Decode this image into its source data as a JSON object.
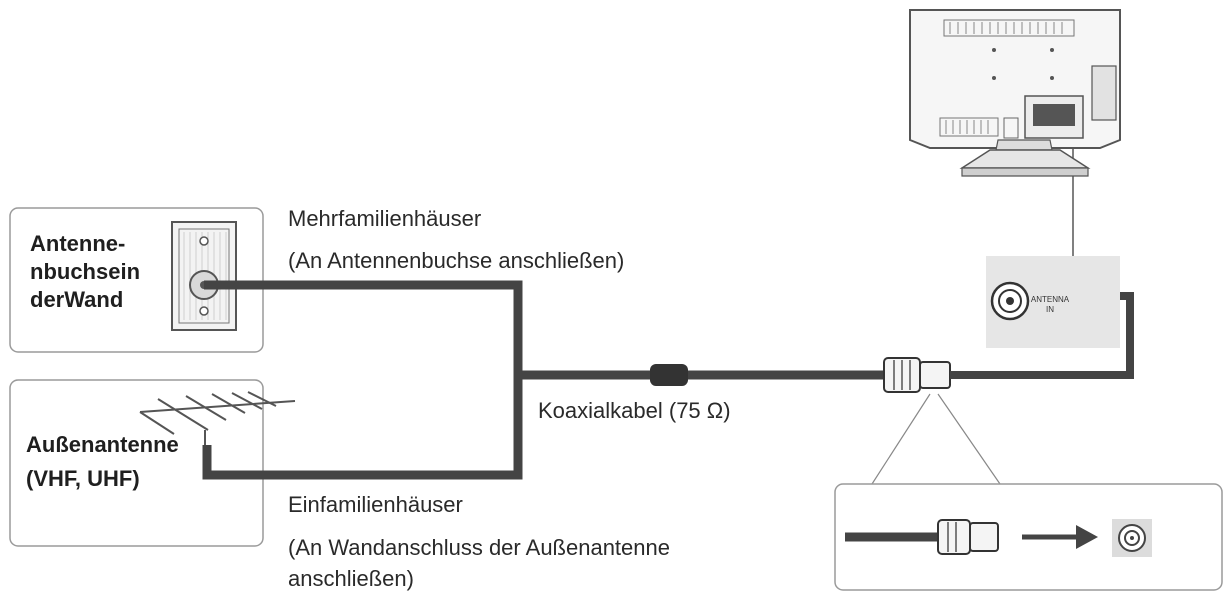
{
  "boxes": {
    "wall_socket": {
      "title_lines": [
        "Antenne-",
        "nbuchsein",
        "derWand"
      ]
    },
    "outdoor_antenna": {
      "title_lines": [
        "Außenantenne",
        "(VHF, UHF)"
      ]
    }
  },
  "labels": {
    "multi_family": "Mehrfamilienhäuser",
    "multi_family_note": "(An Antennenbuchse anschließen)",
    "coax_cable": "Koaxialkabel (75 Ω)",
    "single_family": "Einfamilienhäuser",
    "single_family_note_1": "(An Wandanschluss der Außenantenne",
    "single_family_note_2": "anschließen)"
  },
  "tv_port": {
    "label_1": "ANTENNA",
    "label_2": "IN"
  }
}
